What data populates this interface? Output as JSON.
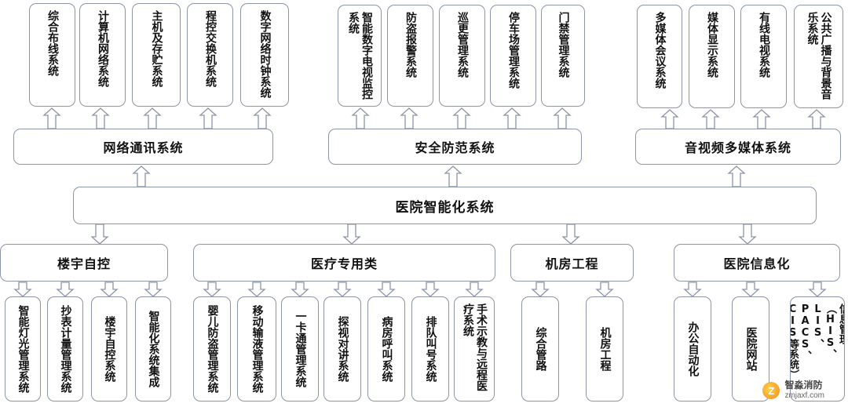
{
  "root": "医院智能化系统",
  "top_groups": [
    {
      "label": "网络通讯系统",
      "items": [
        "综合布线系统",
        "计算机网络系统",
        "主机及存贮系统",
        "程控交换机系统",
        "数字网络时钟系统"
      ]
    },
    {
      "label": "安全防范系统",
      "items": [
        "智能数字电视监控系统",
        "防盗报警系统",
        "巡更管理系统",
        "停车场管理系统",
        "门禁管理系统"
      ]
    },
    {
      "label": "音视频多媒体系统",
      "items": [
        "多媒体会议系统",
        "媒体显示系统",
        "有线电视系统",
        "公共广播与背景音乐系统"
      ]
    }
  ],
  "bottom_groups": [
    {
      "label": "楼宇自控",
      "items": [
        "智能灯光管理系统",
        "抄表计量管理系统",
        "楼宇自控系统",
        "智能化系统集成"
      ]
    },
    {
      "label": "医疗专用类",
      "items": [
        "婴儿防盗管理系统",
        "移动输液管理系统",
        "一卡通管理系统",
        "探视对讲系统",
        "病房呼叫系统",
        "排队叫号系统",
        "手术示教与远程医疗系统"
      ]
    },
    {
      "label": "机房工程",
      "items": [
        "综合管路",
        "机房工程"
      ]
    },
    {
      "label": "医院信息化",
      "items": [
        "办公自动化",
        "医院网站",
        "信息管理（HIS、LIS、PACS、CIS等系统）"
      ]
    }
  ],
  "watermark": {
    "name": "智淼消防",
    "url": "zmjaxf.com",
    "logo_letter": "Z"
  }
}
